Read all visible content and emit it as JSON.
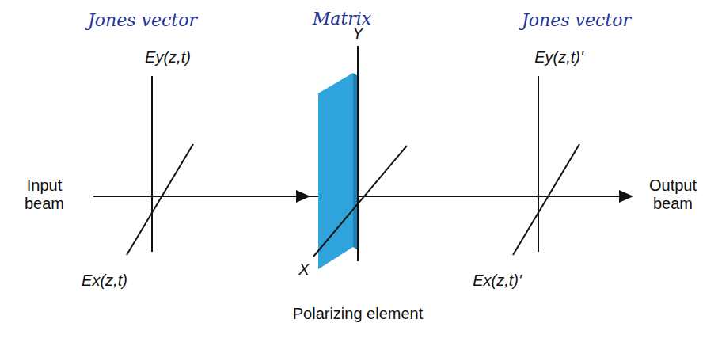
{
  "diagram": {
    "labels": [
      "Jones vector",
      "Matrix",
      "Jones vector",
      "Ey(z,t)",
      "Input beam",
      "Ex(z,t)",
      "Y",
      "X",
      "Polarizing element",
      "Ey(z,t)'",
      "Output beam",
      "Ex(z,t)'"
    ]
  }
}
